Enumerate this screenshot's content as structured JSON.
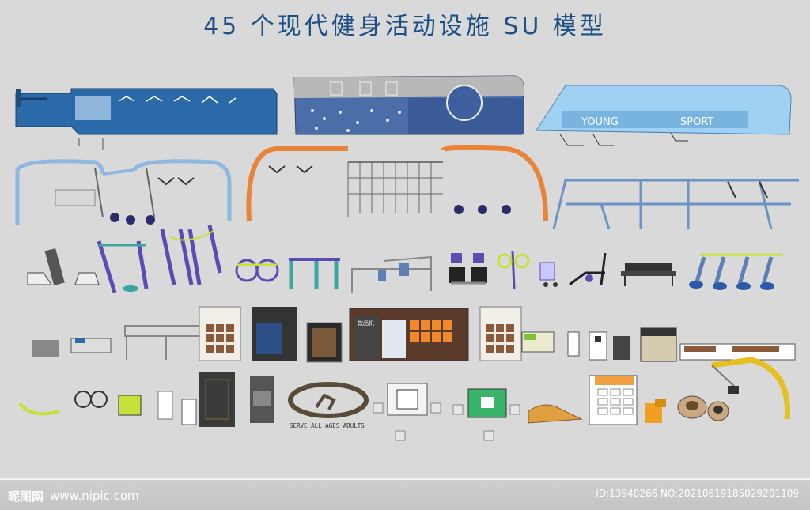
{
  "title": "45 个现代健身活动设施 SU 模型",
  "circle_text": "SERVE ALL AGES ADULTS",
  "sign_texts": [
    "YOUNG",
    "SPORT"
  ],
  "vending_label": "饮品机",
  "footer": {
    "logo": "昵图网",
    "url": "www.nipic.com",
    "id_text": "ID:13940266 NO:20210619185029201109"
  },
  "colors": {
    "background": "#d9d9d9",
    "title": "#1c4f86",
    "blue_panel": "#2b6aa8",
    "orange_frame": "#e8833a",
    "light_blue": "#8fc3ea",
    "purple": "#5c4bb0",
    "yellow_green": "#c8e03a",
    "wood": "#8a5a3c"
  }
}
